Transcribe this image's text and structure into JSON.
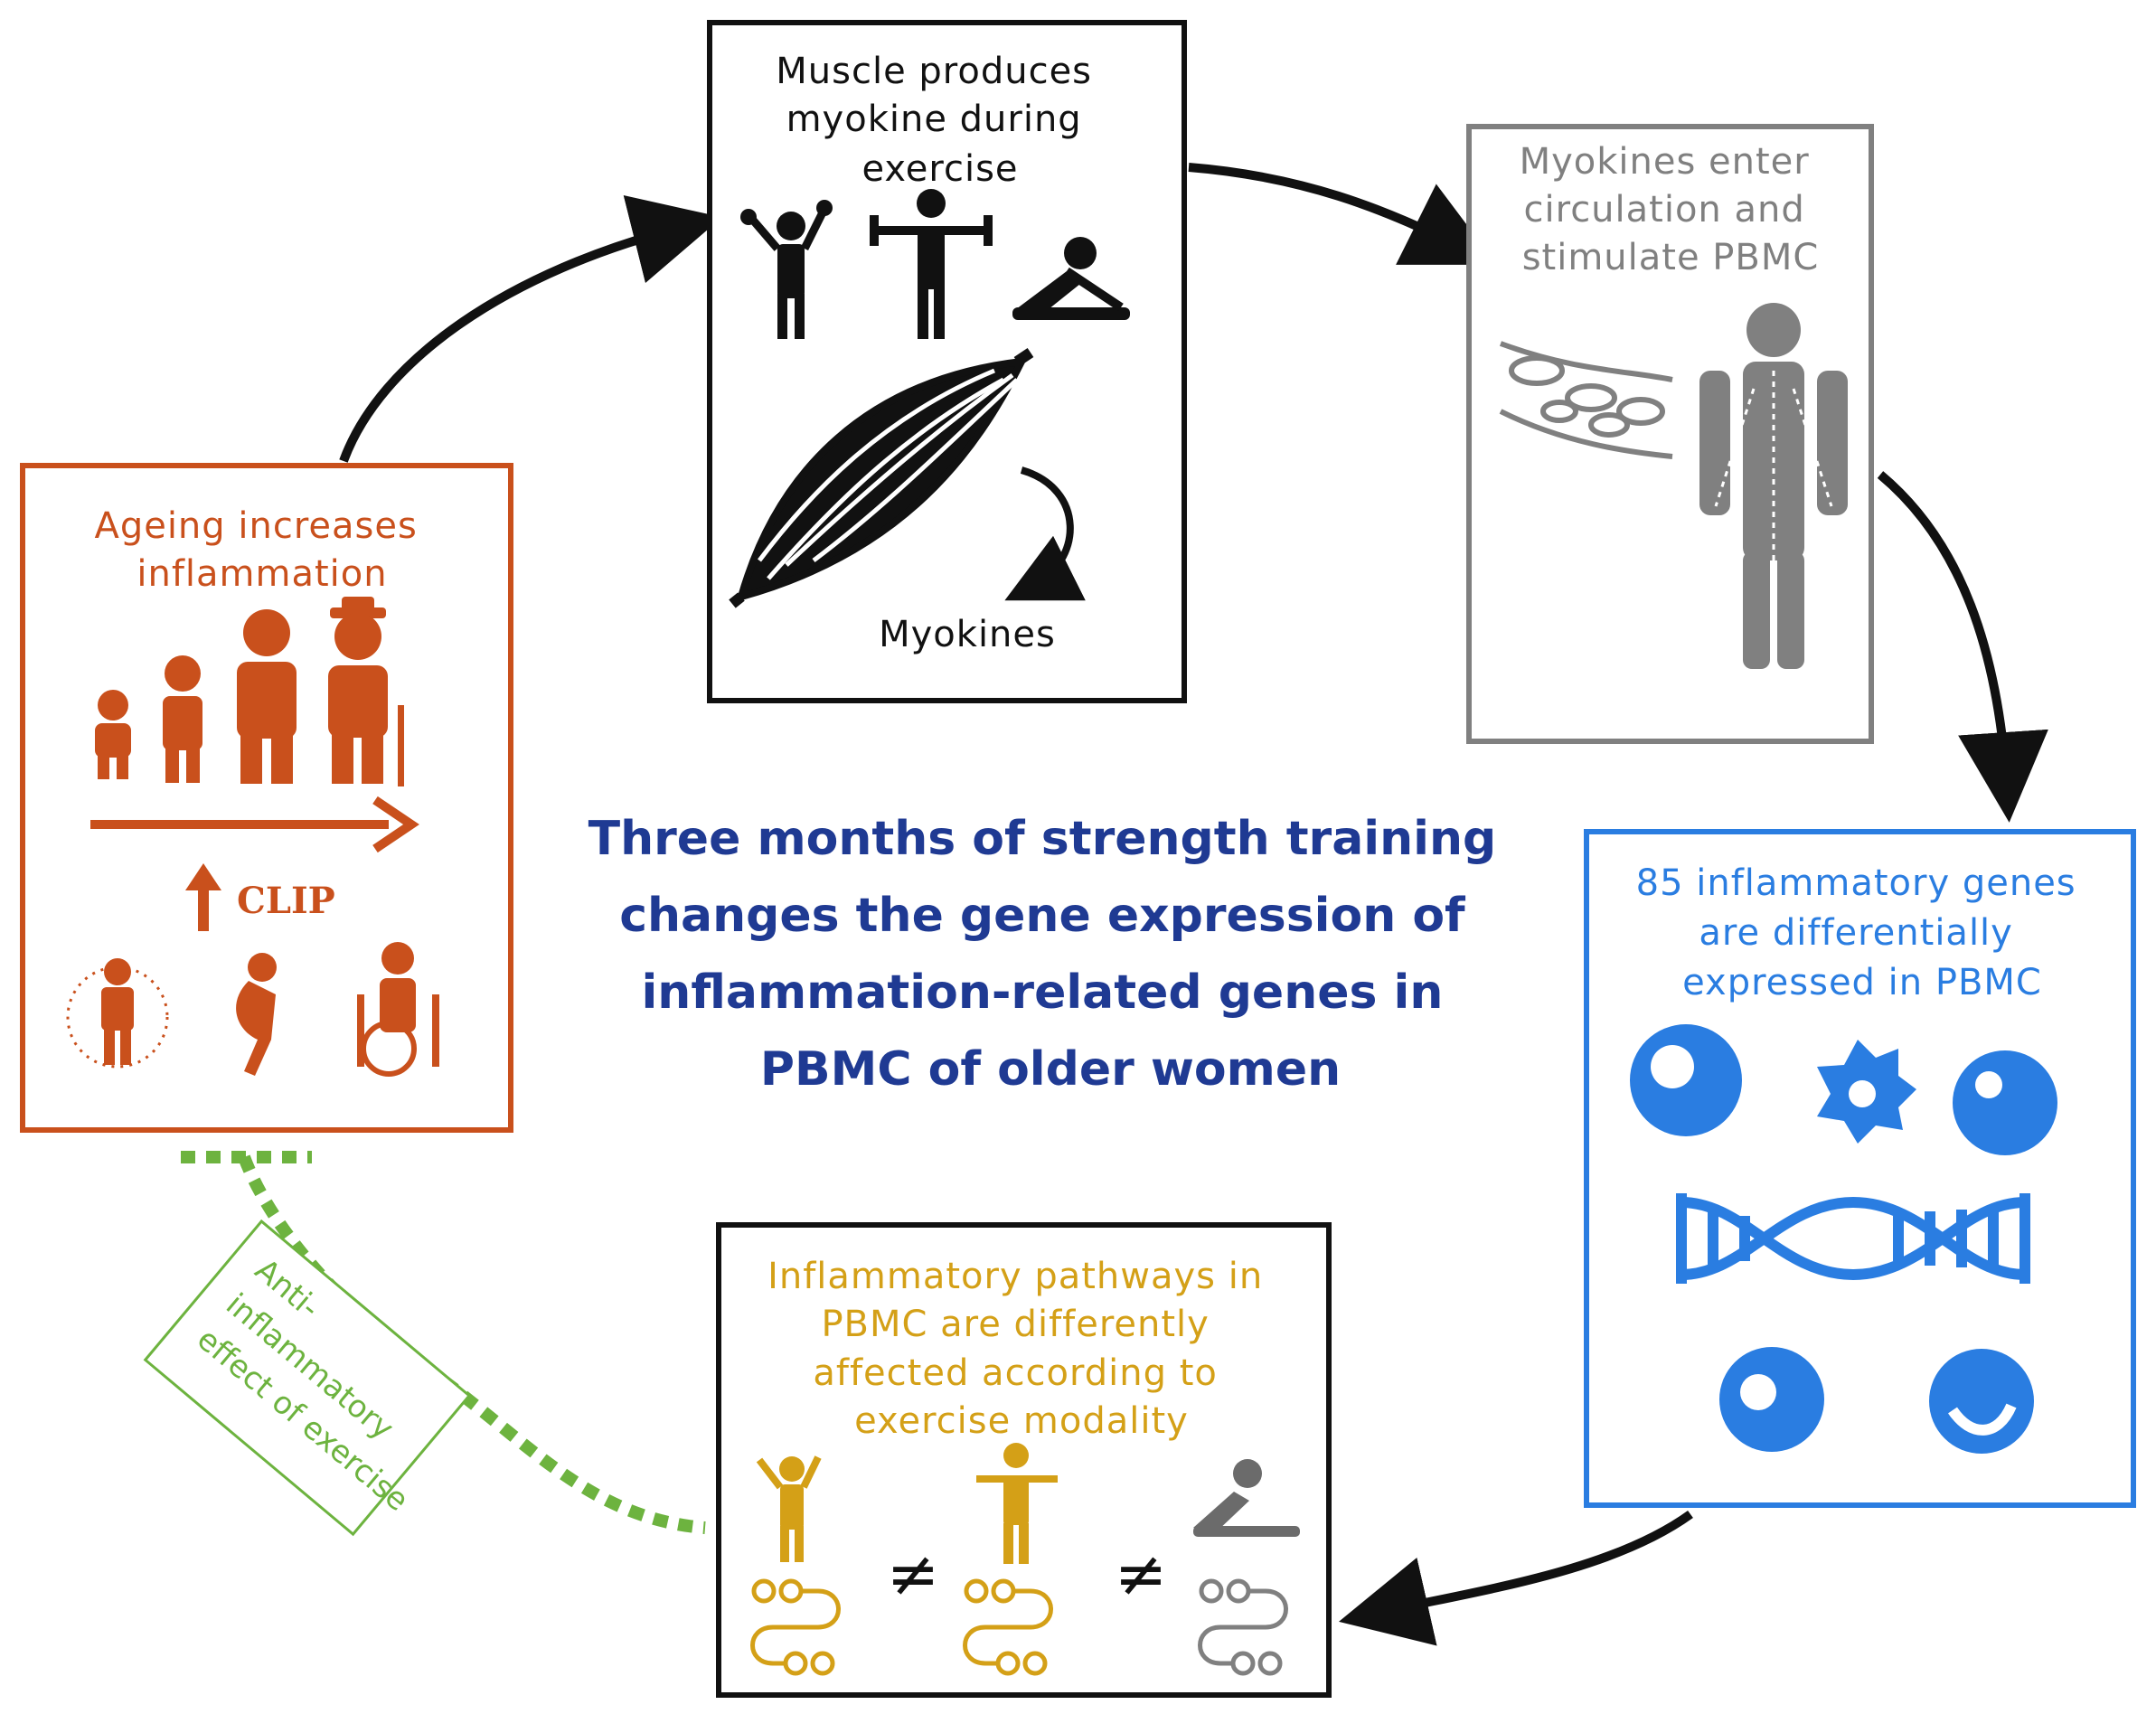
{
  "center_title": [
    "Three months of strength training",
    "changes the gene expression of",
    "inflammation-related genes in",
    "PBMC of older women"
  ],
  "boxes": {
    "muscle": {
      "title": [
        "Muscle produces",
        "myokine during",
        "exercise"
      ],
      "muscle_label": "Myokines"
    },
    "circulation": {
      "title": [
        "Myokines enter",
        "circulation  and",
        "stimulate  PBMC"
      ]
    },
    "genes": {
      "title": [
        "85 inflammatory  genes",
        "are differentially",
        "expressed  in  PBMC"
      ]
    },
    "pathways": {
      "title": [
        "Inflammatory  pathways  in",
        "PBMC are differently",
        "affected  according  to",
        "exercise modality"
      ],
      "not_equal": "≠"
    },
    "ageing": {
      "title": [
        "Ageing  increases",
        "inflammation"
      ],
      "clip_label": "CLIP"
    }
  },
  "anti_inflammatory_label": [
    "Anti-",
    "inflammatory",
    "effect of exercise"
  ],
  "colors": {
    "black": "#111111",
    "grey": "#808080",
    "blue": "#2a7de1",
    "gold": "#d4a017",
    "orange": "#c9501c",
    "green": "#6db33f",
    "navy": "#1f3a93"
  },
  "icons": [
    "kettlebell-person-icon",
    "dumbbell-person-icon",
    "stretching-person-icon",
    "muscle-icon",
    "blood-vessel-icon",
    "body-circulation-icon",
    "immune-cell-icon",
    "dna-icon",
    "pathway-icon",
    "family-ageing-icon",
    "frailty-icons"
  ]
}
